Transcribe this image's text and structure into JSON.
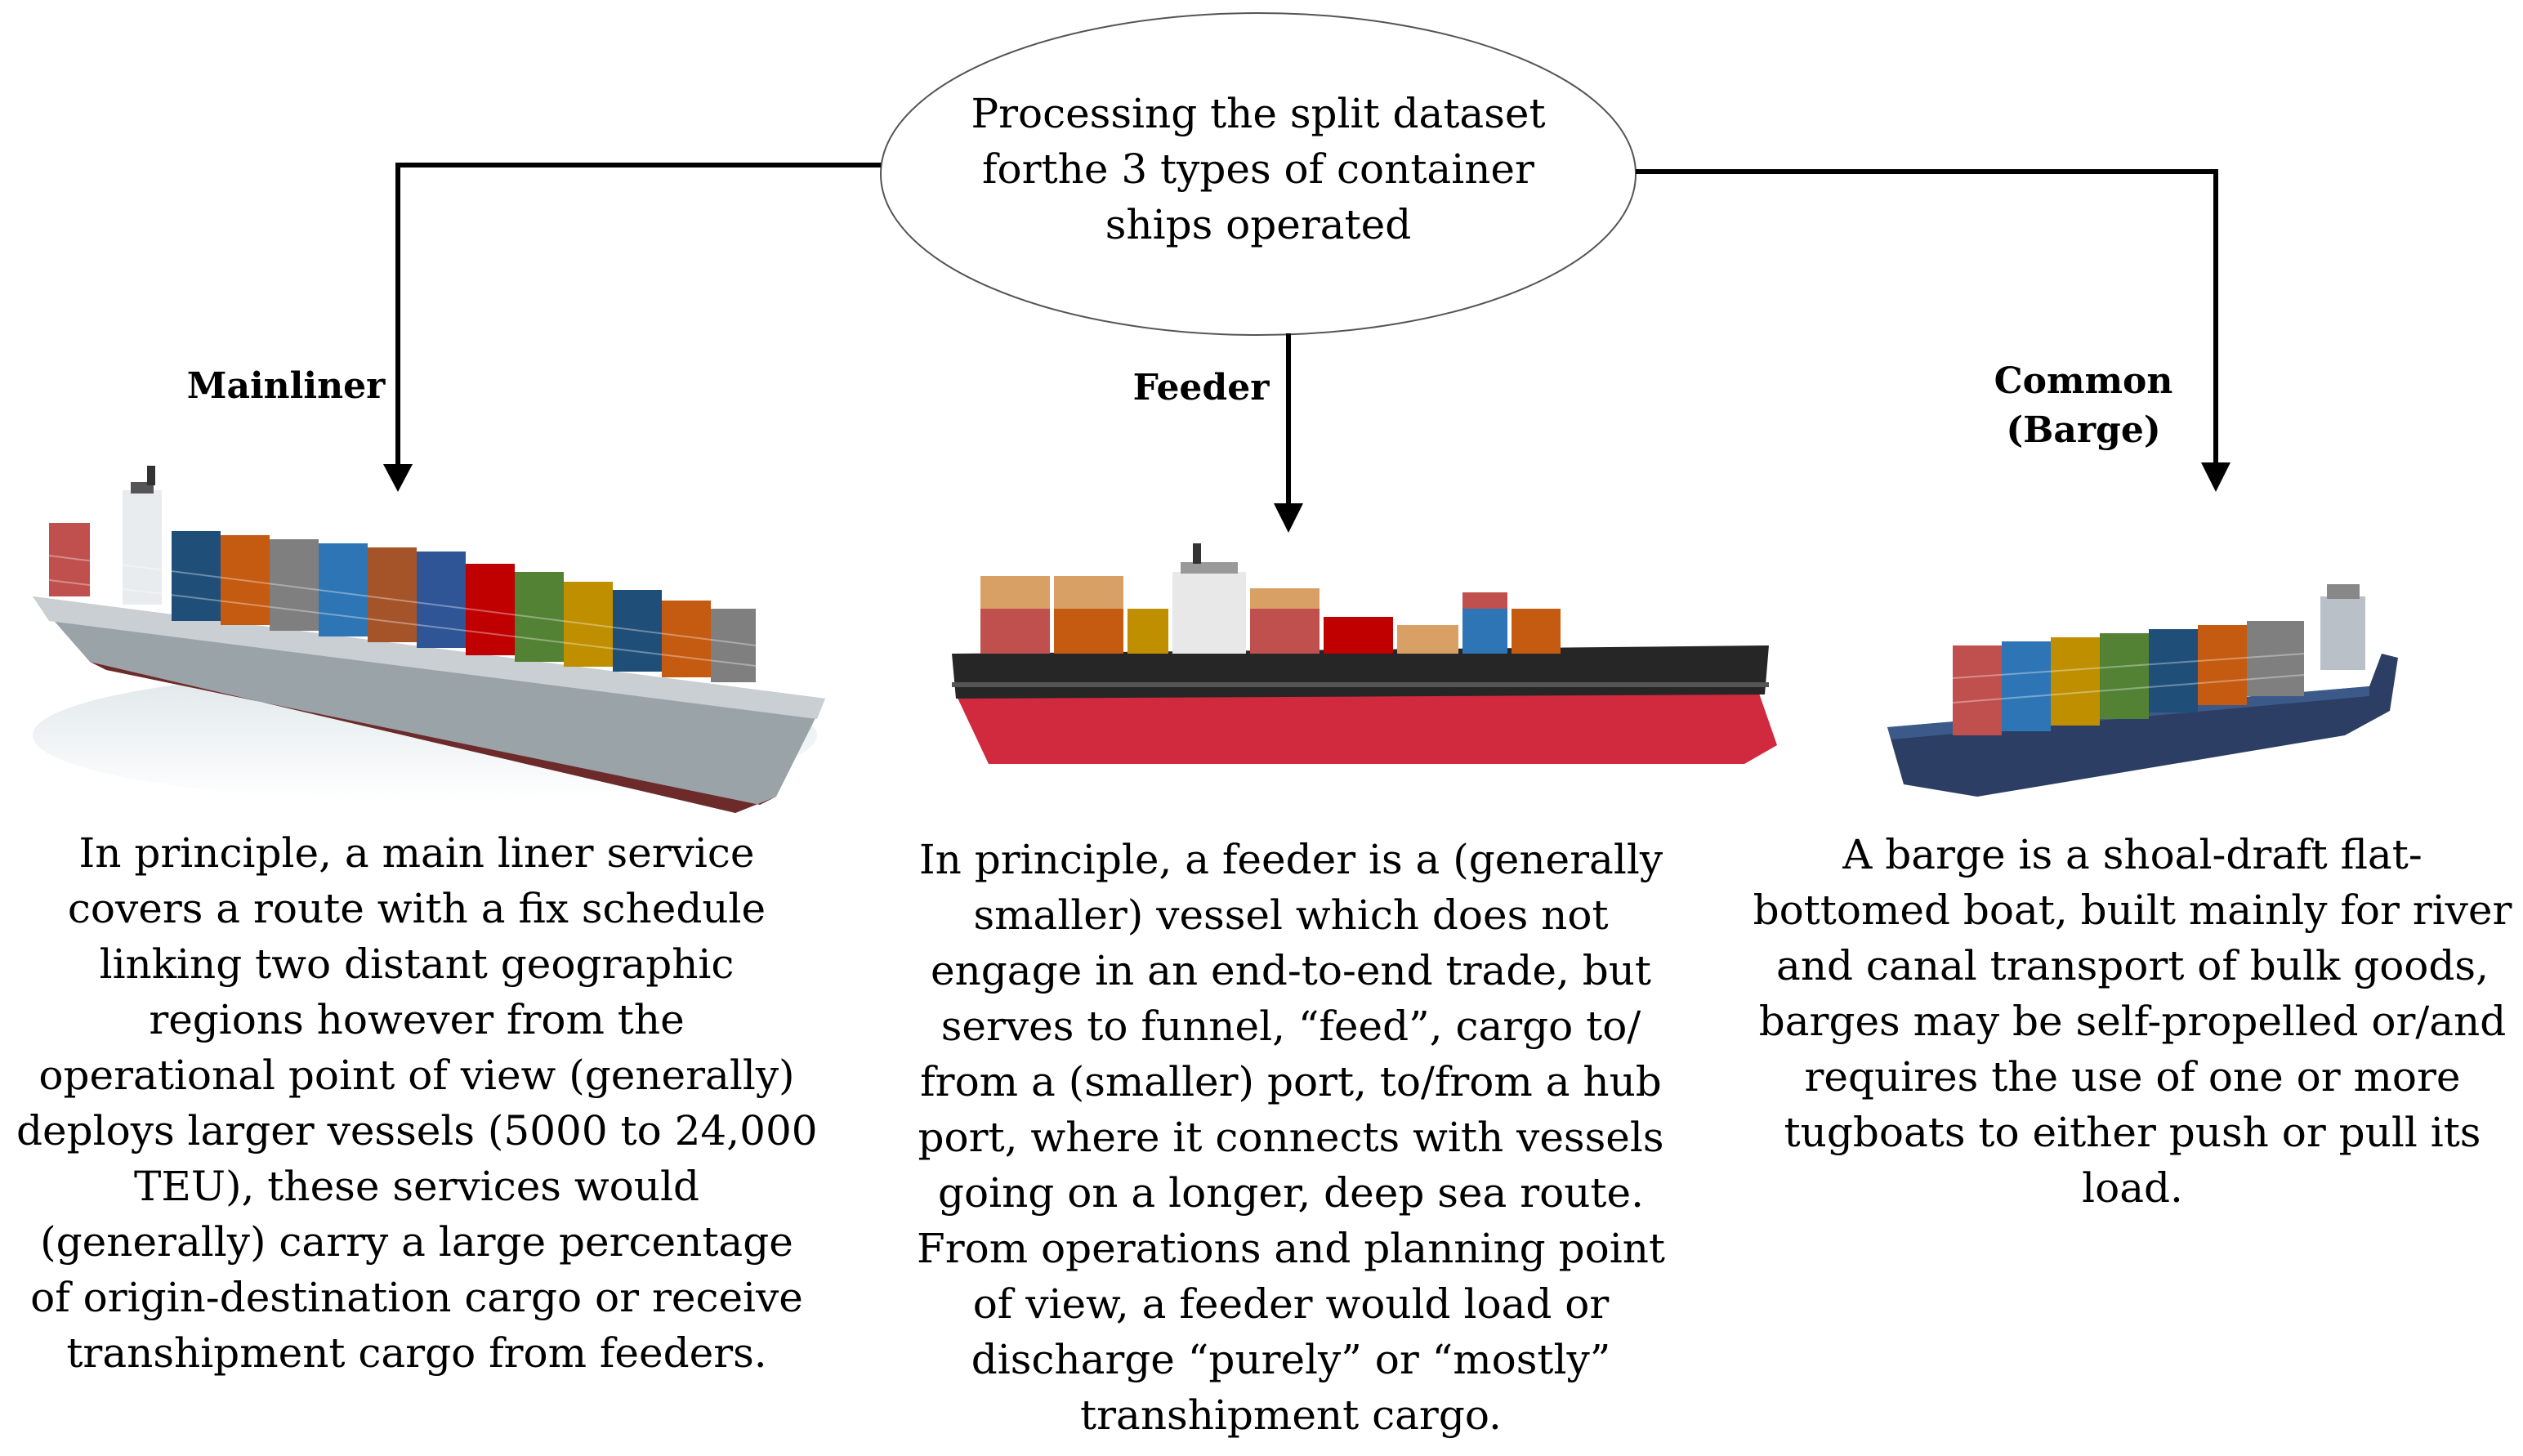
{
  "root": {
    "lines": [
      "Processing the split dataset",
      "forthe 3 types of container",
      "ships operated"
    ]
  },
  "branches": {
    "mainliner": {
      "label": "Mainliner",
      "lines": [
        "In principle, a main liner service",
        "covers a route with a fix schedule",
        "linking two distant geographic",
        "regions however from the",
        "operational point of view (generally)",
        "deploys larger vessels (5000 to 24,000",
        "TEU), these services would",
        "(generally) carry a large percentage",
        "of origin-destination cargo or receive",
        "transhipment cargo from feeders."
      ]
    },
    "feeder": {
      "label": "Feeder",
      "lines": [
        "In principle, a feeder is a (generally",
        "smaller) vessel which does not",
        "engage in an end-to-end trade, but",
        "serves to funnel, “feed”, cargo to/",
        "from a (smaller) port, to/from a hub",
        "port, where it connects with vessels",
        "going on a longer, deep sea route.",
        "From operations and planning point",
        "of view, a feeder would load or",
        "discharge “purely” or “mostly”",
        "transhipment cargo."
      ]
    },
    "barge": {
      "label_line1": "Common",
      "label_line2": "(Barge)",
      "lines": [
        "A barge is a shoal-draft flat-",
        "bottomed boat, built mainly for river",
        "and canal transport of bulk goods,",
        "barges may be self-propelled or/and",
        "requires the use of one or more",
        "tugboats to either push or pull its",
        "load."
      ]
    }
  }
}
